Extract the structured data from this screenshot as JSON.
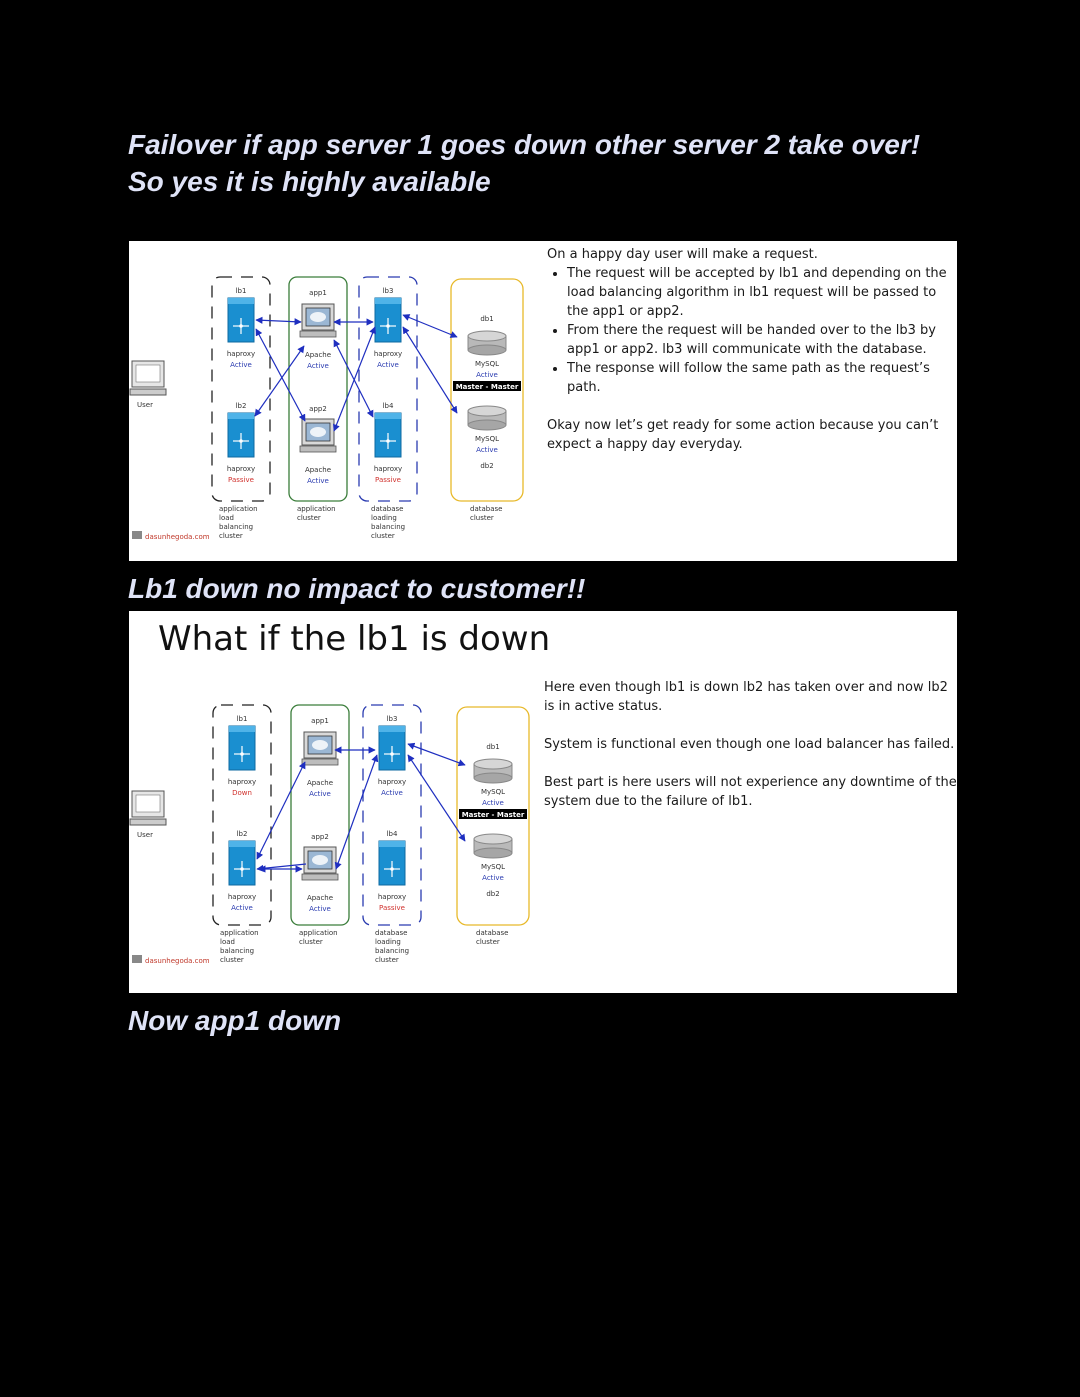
{
  "headings": {
    "line1": "Failover if app server 1 goes down other server 2 take over!",
    "line2": "So yes it is highly available",
    "lb1_down": "Lb1 down no impact to customer!!",
    "app1_down": "Now app1 down"
  },
  "colors": {
    "heading": "#dfe3f7",
    "active": "#2a3bb0",
    "passive_down": "#d0312d",
    "app_cluster": "#3a7d3a",
    "db_cluster": "#e8b92a",
    "server": "#1a8fd0"
  },
  "icons": {
    "user": "computer-icon",
    "lb": "server-icon",
    "app": "monitor-icon",
    "db": "database-cylinder-icon",
    "watermark": "logo-icon"
  },
  "diagram1": {
    "user": "User",
    "lb1": {
      "name": "lb1",
      "software": "haproxy",
      "status": "Active"
    },
    "lb2": {
      "name": "lb2",
      "software": "haproxy",
      "status": "Passive"
    },
    "app1": {
      "name": "app1",
      "software": "Apache",
      "status": "Active"
    },
    "app2": {
      "name": "app2",
      "software": "Apache",
      "status": "Active"
    },
    "lb3": {
      "name": "lb3",
      "software": "haproxy",
      "status": "Active"
    },
    "lb4": {
      "name": "lb4",
      "software": "haproxy",
      "status": "Passive"
    },
    "db1": {
      "name": "db1"
    },
    "db2": {
      "name": "db2"
    },
    "mysql1": {
      "software": "MySQL",
      "status": "Active"
    },
    "mysql2": {
      "software": "MySQL",
      "status": "Active"
    },
    "master_label": "Master - Master",
    "clusters": {
      "app_lb": [
        "application",
        "load",
        "balancing",
        "cluster"
      ],
      "app": [
        "application",
        "cluster"
      ],
      "db_lb": [
        "database",
        "loading",
        "balancing",
        "cluster"
      ],
      "db": [
        "database",
        "cluster"
      ]
    },
    "watermark": "dasunhegoda.com"
  },
  "diagram2": {
    "user": "User",
    "lb1": {
      "name": "lb1",
      "software": "haproxy",
      "status": "Down"
    },
    "lb2": {
      "name": "lb2",
      "software": "haproxy",
      "status": "Active"
    },
    "app1": {
      "name": "app1",
      "software": "Apache",
      "status": "Active"
    },
    "app2": {
      "name": "app2",
      "software": "Apache",
      "status": "Active"
    },
    "lb3": {
      "name": "lb3",
      "software": "haproxy",
      "status": "Active"
    },
    "lb4": {
      "name": "lb4",
      "software": "haproxy",
      "status": "Passive"
    },
    "db1": {
      "name": "db1"
    },
    "db2": {
      "name": "db2"
    },
    "mysql1": {
      "software": "MySQL",
      "status": "Active"
    },
    "mysql2": {
      "software": "MySQL",
      "status": "Active"
    },
    "master_label": "Master - Master",
    "clusters": {
      "app_lb": [
        "application",
        "load",
        "balancing",
        "cluster"
      ],
      "app": [
        "application",
        "cluster"
      ],
      "db_lb": [
        "database",
        "loading",
        "balancing",
        "cluster"
      ],
      "db": [
        "database",
        "cluster"
      ]
    },
    "watermark": "dasunhegoda.com"
  },
  "slide1": {
    "intro": "On a happy day user will make a request.",
    "bullets": [
      "The request will be accepted by lb1 and depending on the load balancing algorithm in lb1 request will be passed to the app1 or app2.",
      "From there the request will be handed over to the lb3 by app1 or app2. lb3 will communicate with the database.",
      "The response will follow the same path as the request’s path."
    ],
    "outro": "Okay now let’s get ready for some action because you can’t expect a happy day everyday."
  },
  "slide2": {
    "title": "What if the lb1  is down",
    "paragraphs": [
      "Here even though lb1 is down lb2 has taken over and now lb2 is in active status.",
      "System is functional even though one load balancer has failed.",
      "Best part is here users will not experience any downtime of the system due to the failure of lb1."
    ]
  }
}
